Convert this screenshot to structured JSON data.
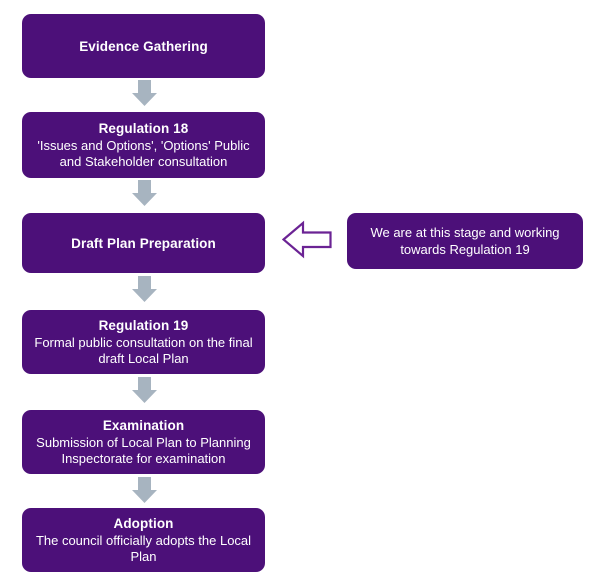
{
  "diagram": {
    "title": "Local Plan preparation stages flowchart",
    "colors": {
      "node_fill": "#4c1079",
      "node_text": "#ffffff",
      "connector_arrow": "#a7b4c0",
      "callout_arrow_stroke": "#4c1079",
      "callout_arrow_fill": "#ffffff",
      "background": "#ffffff"
    },
    "nodes": [
      {
        "id": "evidence-gathering",
        "title": "Evidence Gathering",
        "desc": ""
      },
      {
        "id": "regulation-18",
        "title": "Regulation 18",
        "desc": "'Issues and Options', 'Options' Public and Stakeholder consultation"
      },
      {
        "id": "draft-plan-preparation",
        "title": "Draft Plan Preparation",
        "desc": ""
      },
      {
        "id": "regulation-19",
        "title": "Regulation 19",
        "desc": "Formal public consultation on the final draft Local Plan"
      },
      {
        "id": "examination",
        "title": "Examination",
        "desc": "Submission of Local Plan to Planning Inspectorate for examination"
      },
      {
        "id": "adoption",
        "title": "Adoption",
        "desc": "The council officially adopts the Local Plan"
      }
    ],
    "connectors": [
      {
        "id": "connector-1",
        "icon": "arrow-down-icon"
      },
      {
        "id": "connector-2",
        "icon": "arrow-down-icon"
      },
      {
        "id": "connector-3",
        "icon": "arrow-down-icon"
      },
      {
        "id": "connector-4",
        "icon": "arrow-down-icon"
      },
      {
        "id": "connector-5",
        "icon": "arrow-down-icon"
      }
    ],
    "callout": {
      "icon": "arrow-left-outline-icon",
      "text": "We are at this stage and working towards Regulation 19",
      "points_to": "draft-plan-preparation"
    }
  }
}
